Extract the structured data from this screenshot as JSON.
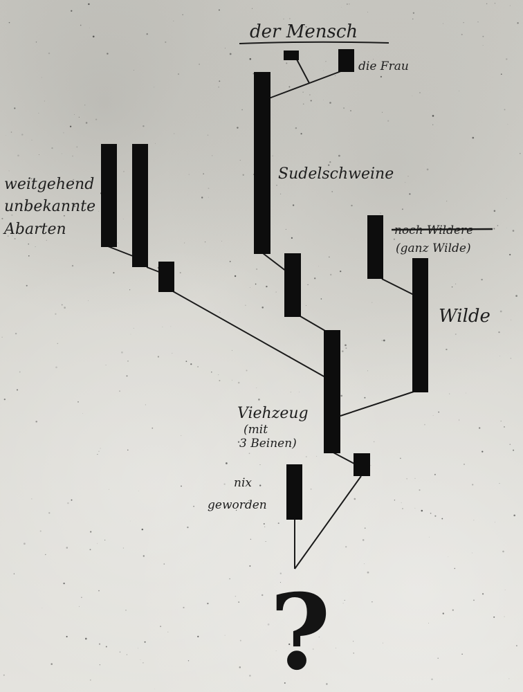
{
  "title": "der Mensch",
  "labels": {
    "frau": "die Frau",
    "sudel": "Sudelschweine",
    "weit_1": "weitgehend",
    "weit_2": "unbekannte",
    "weit_3": "Abarten",
    "struck": "noch Wildere",
    "ganz": "(ganz Wilde)",
    "wilde": "Wilde",
    "vieh_1": "Viehzeug",
    "vieh_2": "(mit",
    "vieh_3": "3 Beinen)",
    "nix_1": "nix",
    "nix_2": "geworden",
    "question": "?"
  },
  "colors": {
    "ink": "#0d0d0d",
    "paper": "#d9d8d3"
  }
}
